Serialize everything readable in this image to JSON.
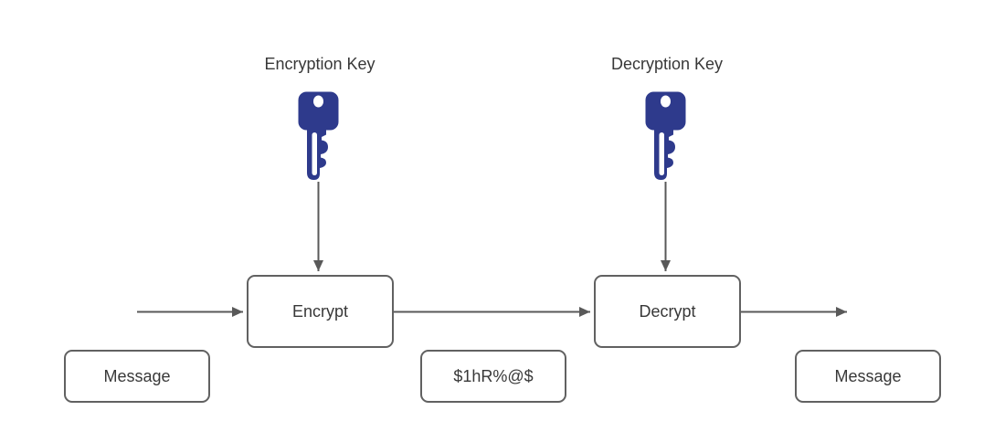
{
  "diagram": {
    "key_labels": {
      "encryption": "Encryption Key",
      "decryption": "Decryption Key"
    },
    "nodes": {
      "encrypt": {
        "label": "Encrypt"
      },
      "decrypt": {
        "label": "Decrypt"
      },
      "message_in": {
        "label": "Message"
      },
      "ciphertext": {
        "label": "$1hR%@$"
      },
      "message_out": {
        "label": "Message"
      }
    },
    "icons": {
      "encryption_key": "key-icon",
      "decryption_key": "key-icon"
    },
    "arrows": [
      {
        "name": "arrow-into-encrypt",
        "from": "message-in",
        "to": "encrypt"
      },
      {
        "name": "arrow-encrypt-to-decrypt",
        "from": "encrypt",
        "to": "decrypt"
      },
      {
        "name": "arrow-out-of-decrypt",
        "from": "decrypt",
        "to": "message-out"
      },
      {
        "name": "arrow-encryption-key-down",
        "from": "encryption-key-icon",
        "to": "encrypt"
      },
      {
        "name": "arrow-decryption-key-down",
        "from": "decryption-key-icon",
        "to": "decrypt"
      }
    ],
    "colors": {
      "key_fill": "#2e3a8c",
      "shape_border": "#616161",
      "arrow_stroke": "#595959",
      "text": "#383838",
      "background": "#ffffff"
    }
  }
}
